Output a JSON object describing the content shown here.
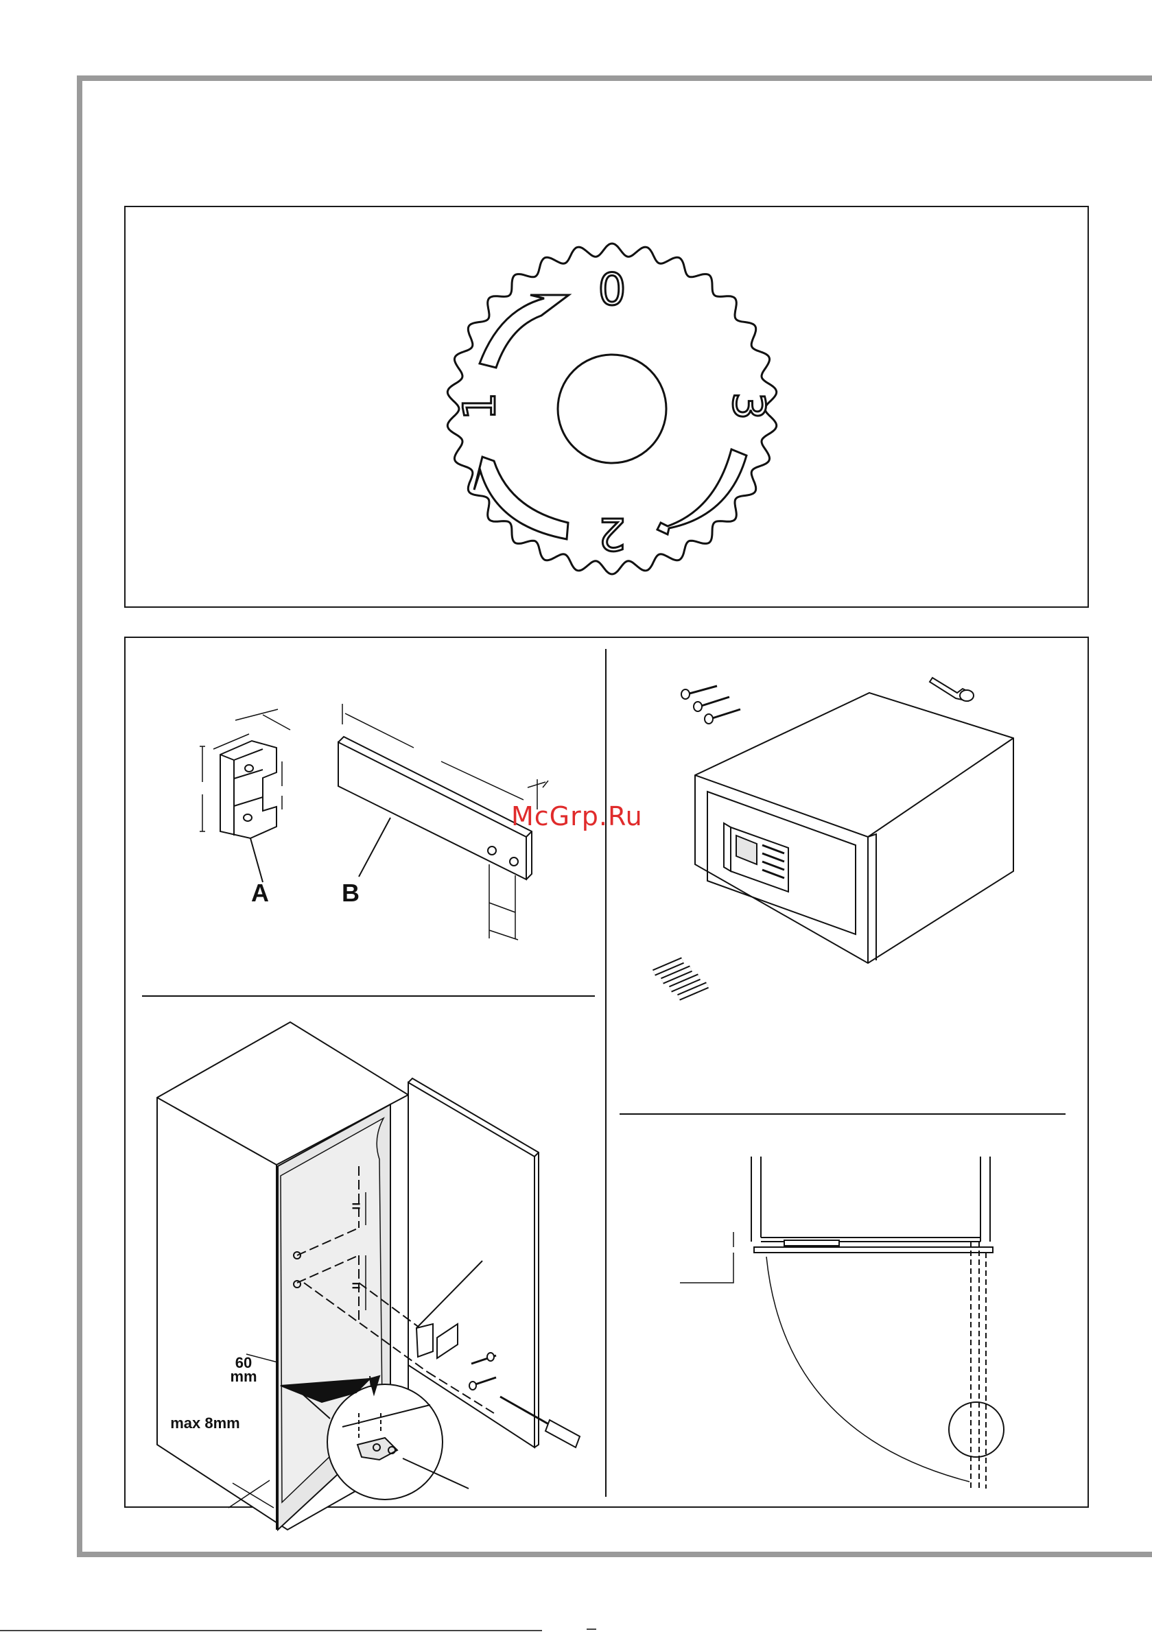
{
  "dial": {
    "numbers": [
      "0",
      "1",
      "2",
      "3"
    ]
  },
  "labels": {
    "bracket_a": "A",
    "bar_b": "B",
    "dim_60": "60",
    "dim_mm": "mm",
    "dim_max": "max 8mm",
    "equal_1": "=",
    "equal_2": "="
  },
  "watermark": "McGrp.Ru",
  "icons": [
    "screw-icon",
    "key-icon",
    "wall-plug-icon",
    "screwdriver-icon",
    "safe-icon"
  ],
  "colors": {
    "frame": "#9a9a9a",
    "line": "#1a1a1a",
    "watermark": "#e02b2b",
    "shade": "#e6e6e6"
  }
}
